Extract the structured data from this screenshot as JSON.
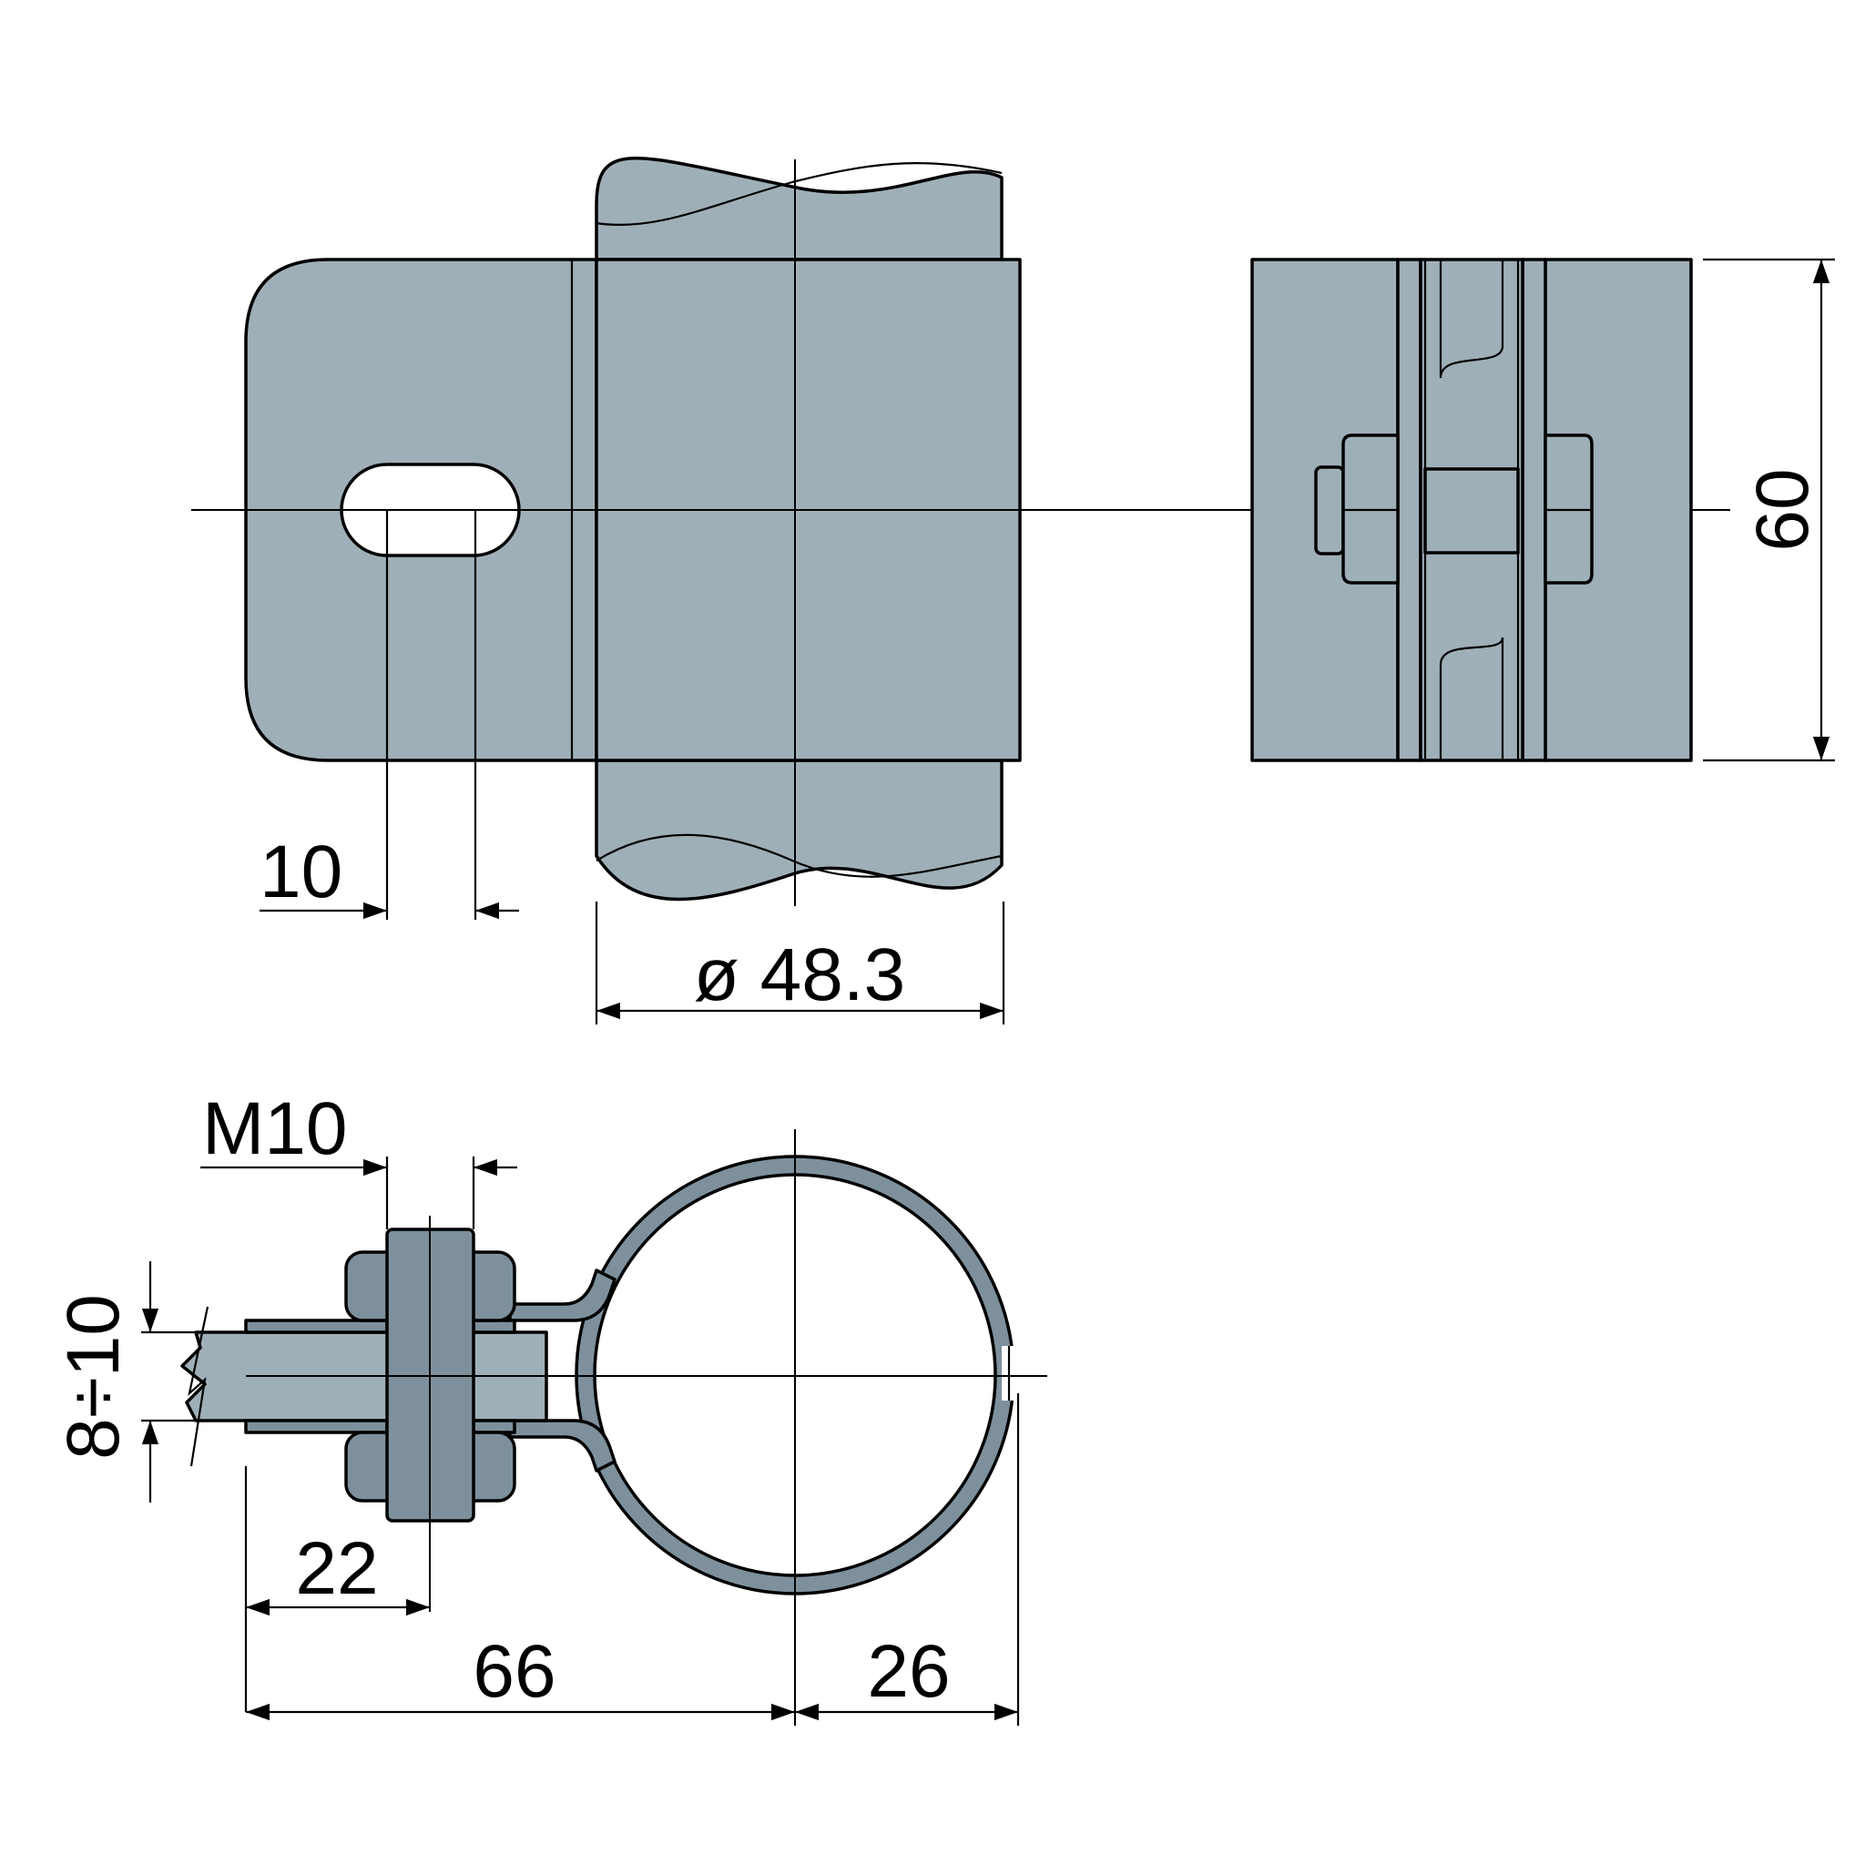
{
  "colors": {
    "steel": "#9fafb8",
    "steel_dark": "#7d909c",
    "line": "#000000",
    "background": "#ffffff"
  },
  "dimensions": {
    "slot_width": "10",
    "tube_diameter": "ø 48.3",
    "clamp_height": "60",
    "bolt_size": "M10",
    "plate_thickness": "8÷10",
    "bolt_offset": "22",
    "tube_axis_offset": "66",
    "tube_radius_extent": "26"
  }
}
